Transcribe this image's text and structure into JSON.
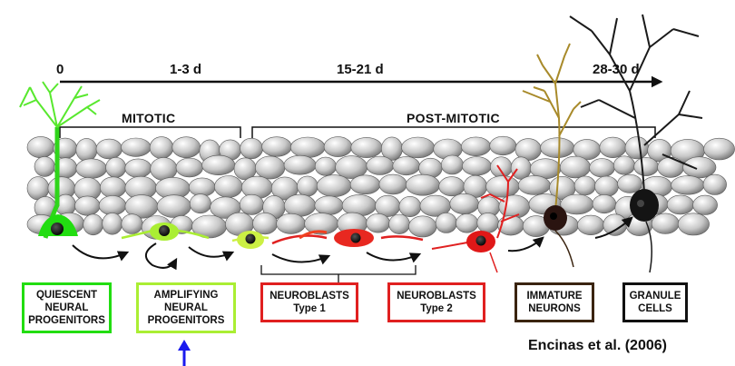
{
  "timeline": {
    "labels": [
      "0",
      "1-3 d",
      "15-21 d",
      "28-30 d"
    ]
  },
  "phases": {
    "mitotic": "MITOTIC",
    "post_mitotic": "POST-MITOTIC"
  },
  "stages": [
    {
      "lines": [
        "QUIESCENT",
        "NEURAL",
        "PROGENITORS"
      ],
      "color": "#22dd11"
    },
    {
      "lines": [
        "AMPLIFYING",
        "NEURAL",
        "PROGENITORS"
      ],
      "color": "#aaee33"
    },
    {
      "lines": [
        "NEUROBLASTS",
        "Type 1"
      ],
      "color": "#e02020"
    },
    {
      "lines": [
        "NEUROBLASTS",
        "Type 2"
      ],
      "color": "#e02020"
    },
    {
      "lines": [
        "IMMATURE",
        "NEURONS"
      ],
      "color": "#3a2410"
    },
    {
      "lines": [
        "GRANULE",
        "CELLS"
      ],
      "color": "#111111"
    }
  ],
  "highlight_arrow_color": "#1a1aee",
  "citation": "Encinas et al. (2006)"
}
